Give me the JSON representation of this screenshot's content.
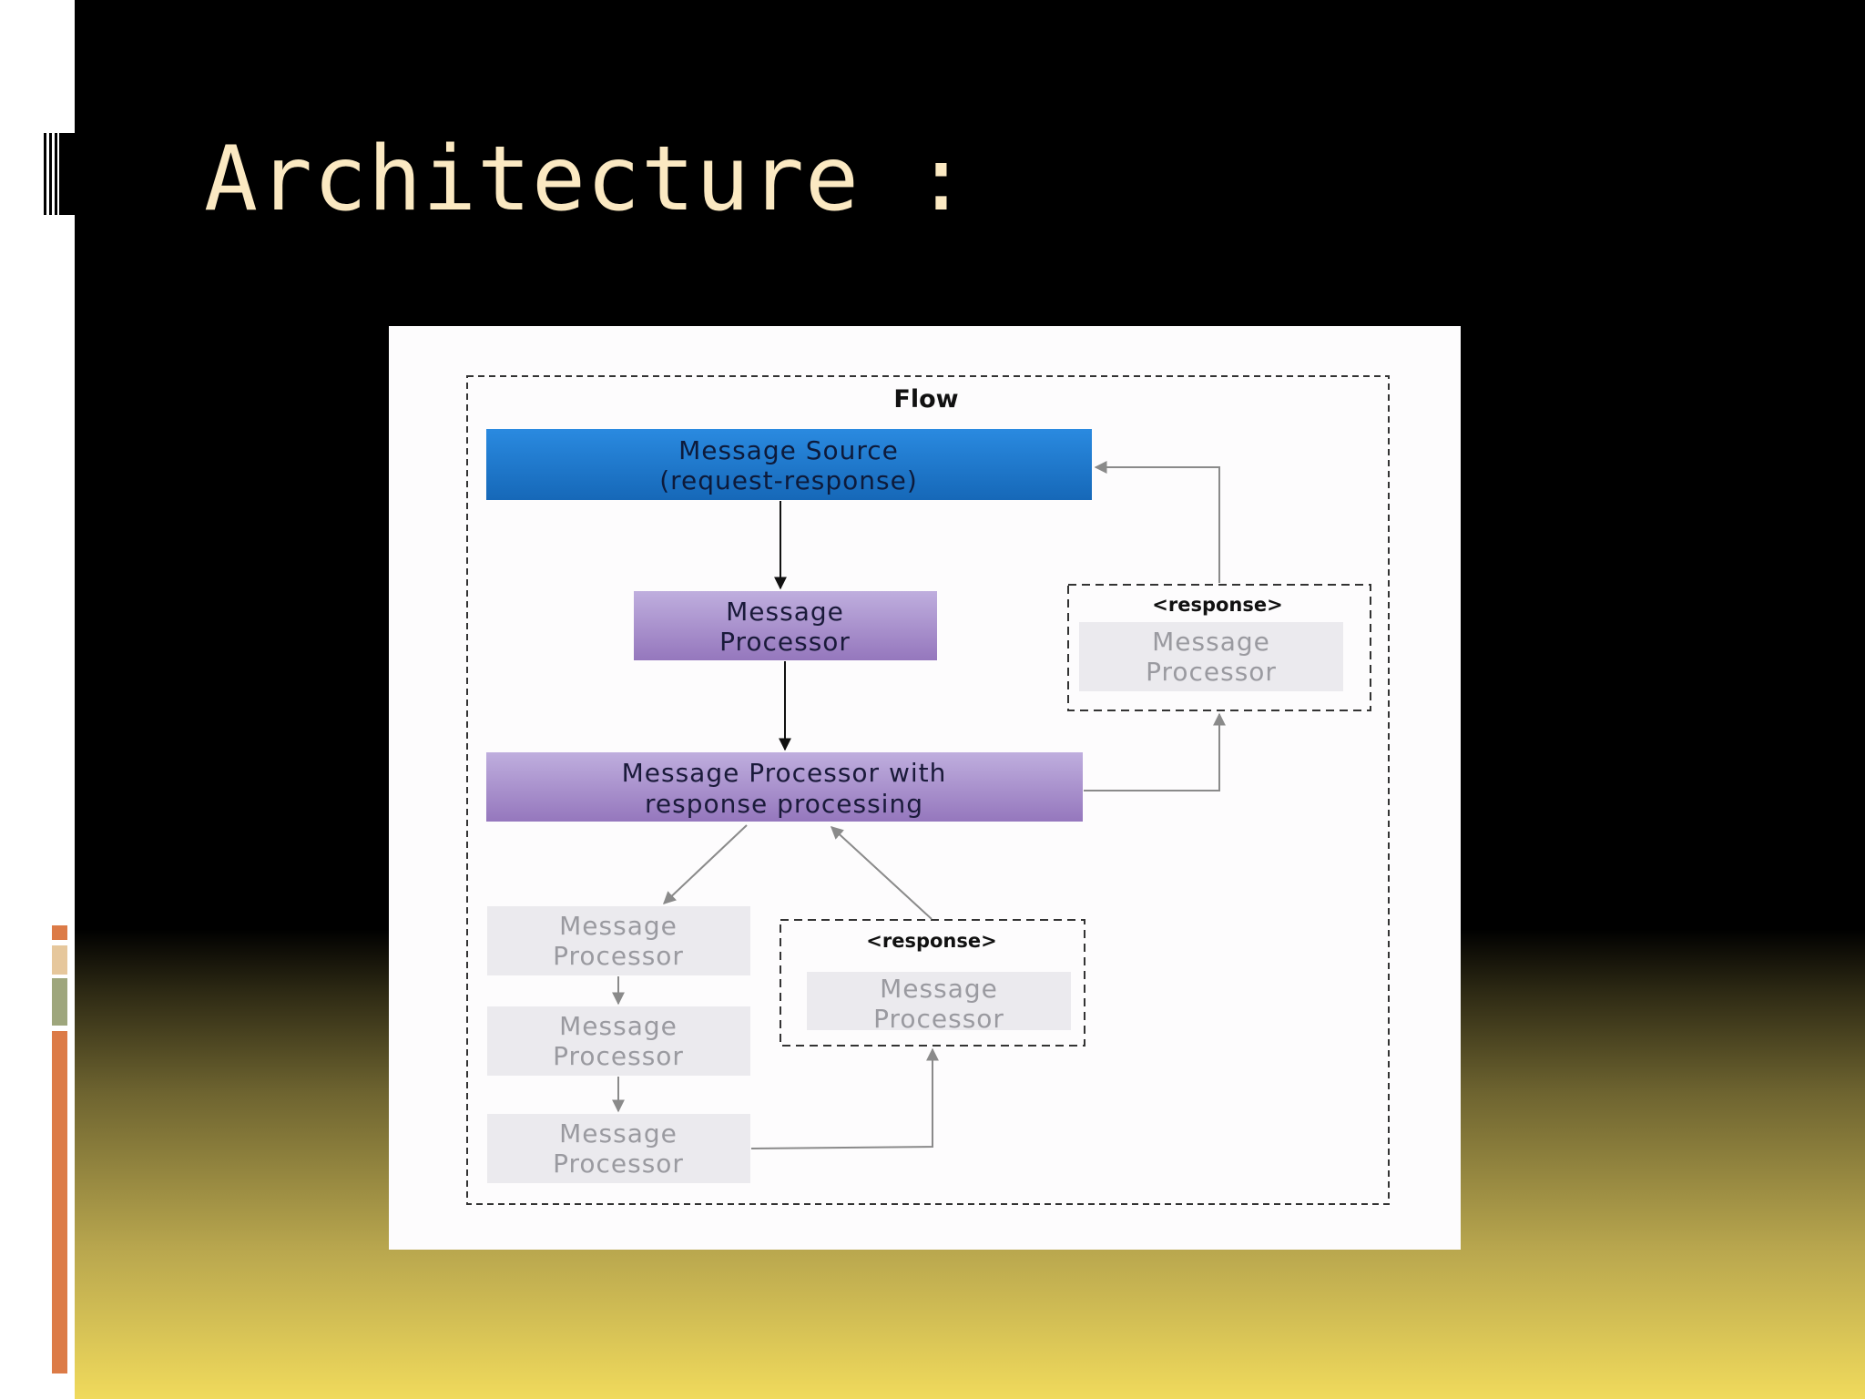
{
  "slide": {
    "title": "Architecture :"
  },
  "diagram": {
    "flow_label": "Flow",
    "source": {
      "line1": "Message Source",
      "line2": "(request-response)"
    },
    "processor": {
      "line1": "Message",
      "line2": "Processor"
    },
    "processor_with_response": {
      "line1": "Message Processor with",
      "line2": "response processing"
    },
    "response_tag": "<response>",
    "faded_processor": {
      "line1": "Message",
      "line2": "Processor"
    }
  },
  "colors": {
    "title_text": "#fbe9c2",
    "source_fill": "#1e7fd0",
    "processor_fill": "#a48cc4",
    "faded_fill": "#ebeaee",
    "faded_text": "#9a9aa0",
    "dark_text": "#1a1a3a",
    "accent_orange": "#dc7b47",
    "accent_tan": "#e6c79c",
    "accent_green": "#9ea67c"
  }
}
